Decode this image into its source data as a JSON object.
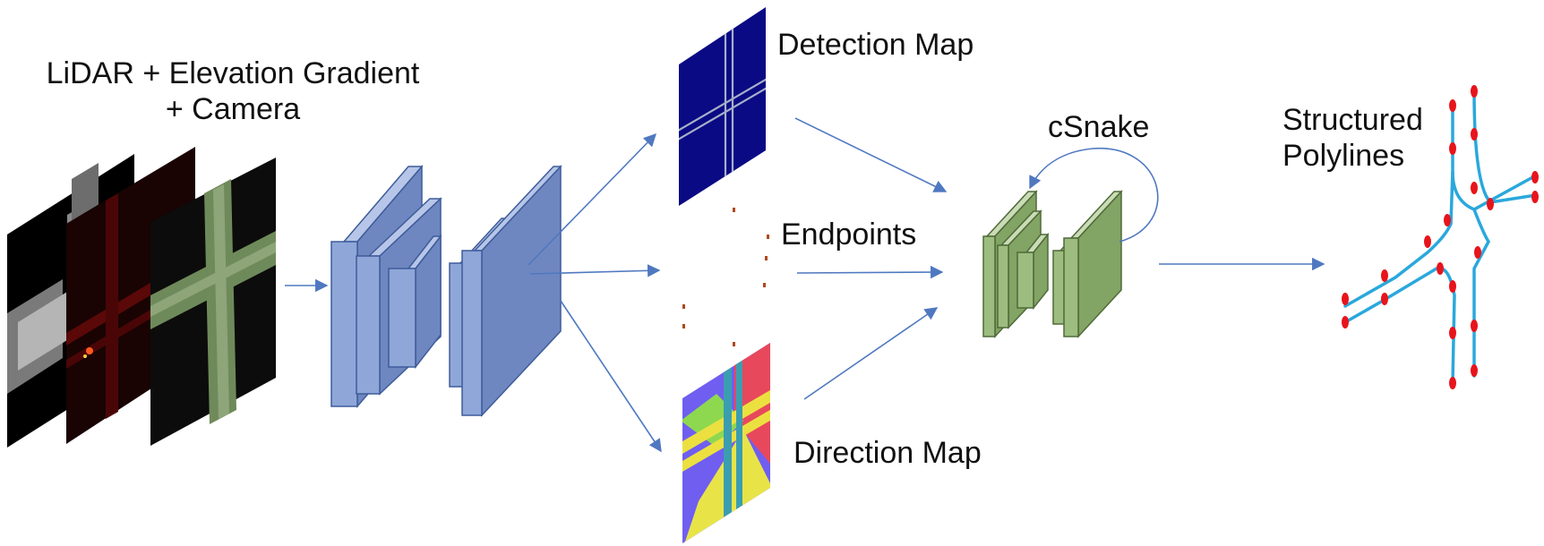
{
  "labels": {
    "input_line1": "LiDAR + Elevation Gradient",
    "input_line2": "+ Camera",
    "detection_map": "Detection Map",
    "endpoints": "Endpoints",
    "direction_map": "Direction Map",
    "csnake": "cSnake",
    "structured_line1": "Structured",
    "structured_line2": "Polylines"
  },
  "colors": {
    "arrow": "#4f78c0",
    "backbone_fill": "#8fa7d8",
    "backbone_stroke": "#3e5c9a",
    "csnake_fill": "#9dbd80",
    "csnake_stroke": "#4f6a38",
    "detection_bg": "#0a0a84",
    "polyline": "#2aa8dc",
    "vertex": "#e8141c"
  },
  "icons": {
    "input_stack": "lidar-camera-image-stack",
    "backbone": "cnn-layer-blocks",
    "csnake_net": "cnn-layer-blocks",
    "loop": "recurrent-loop-arrow"
  }
}
